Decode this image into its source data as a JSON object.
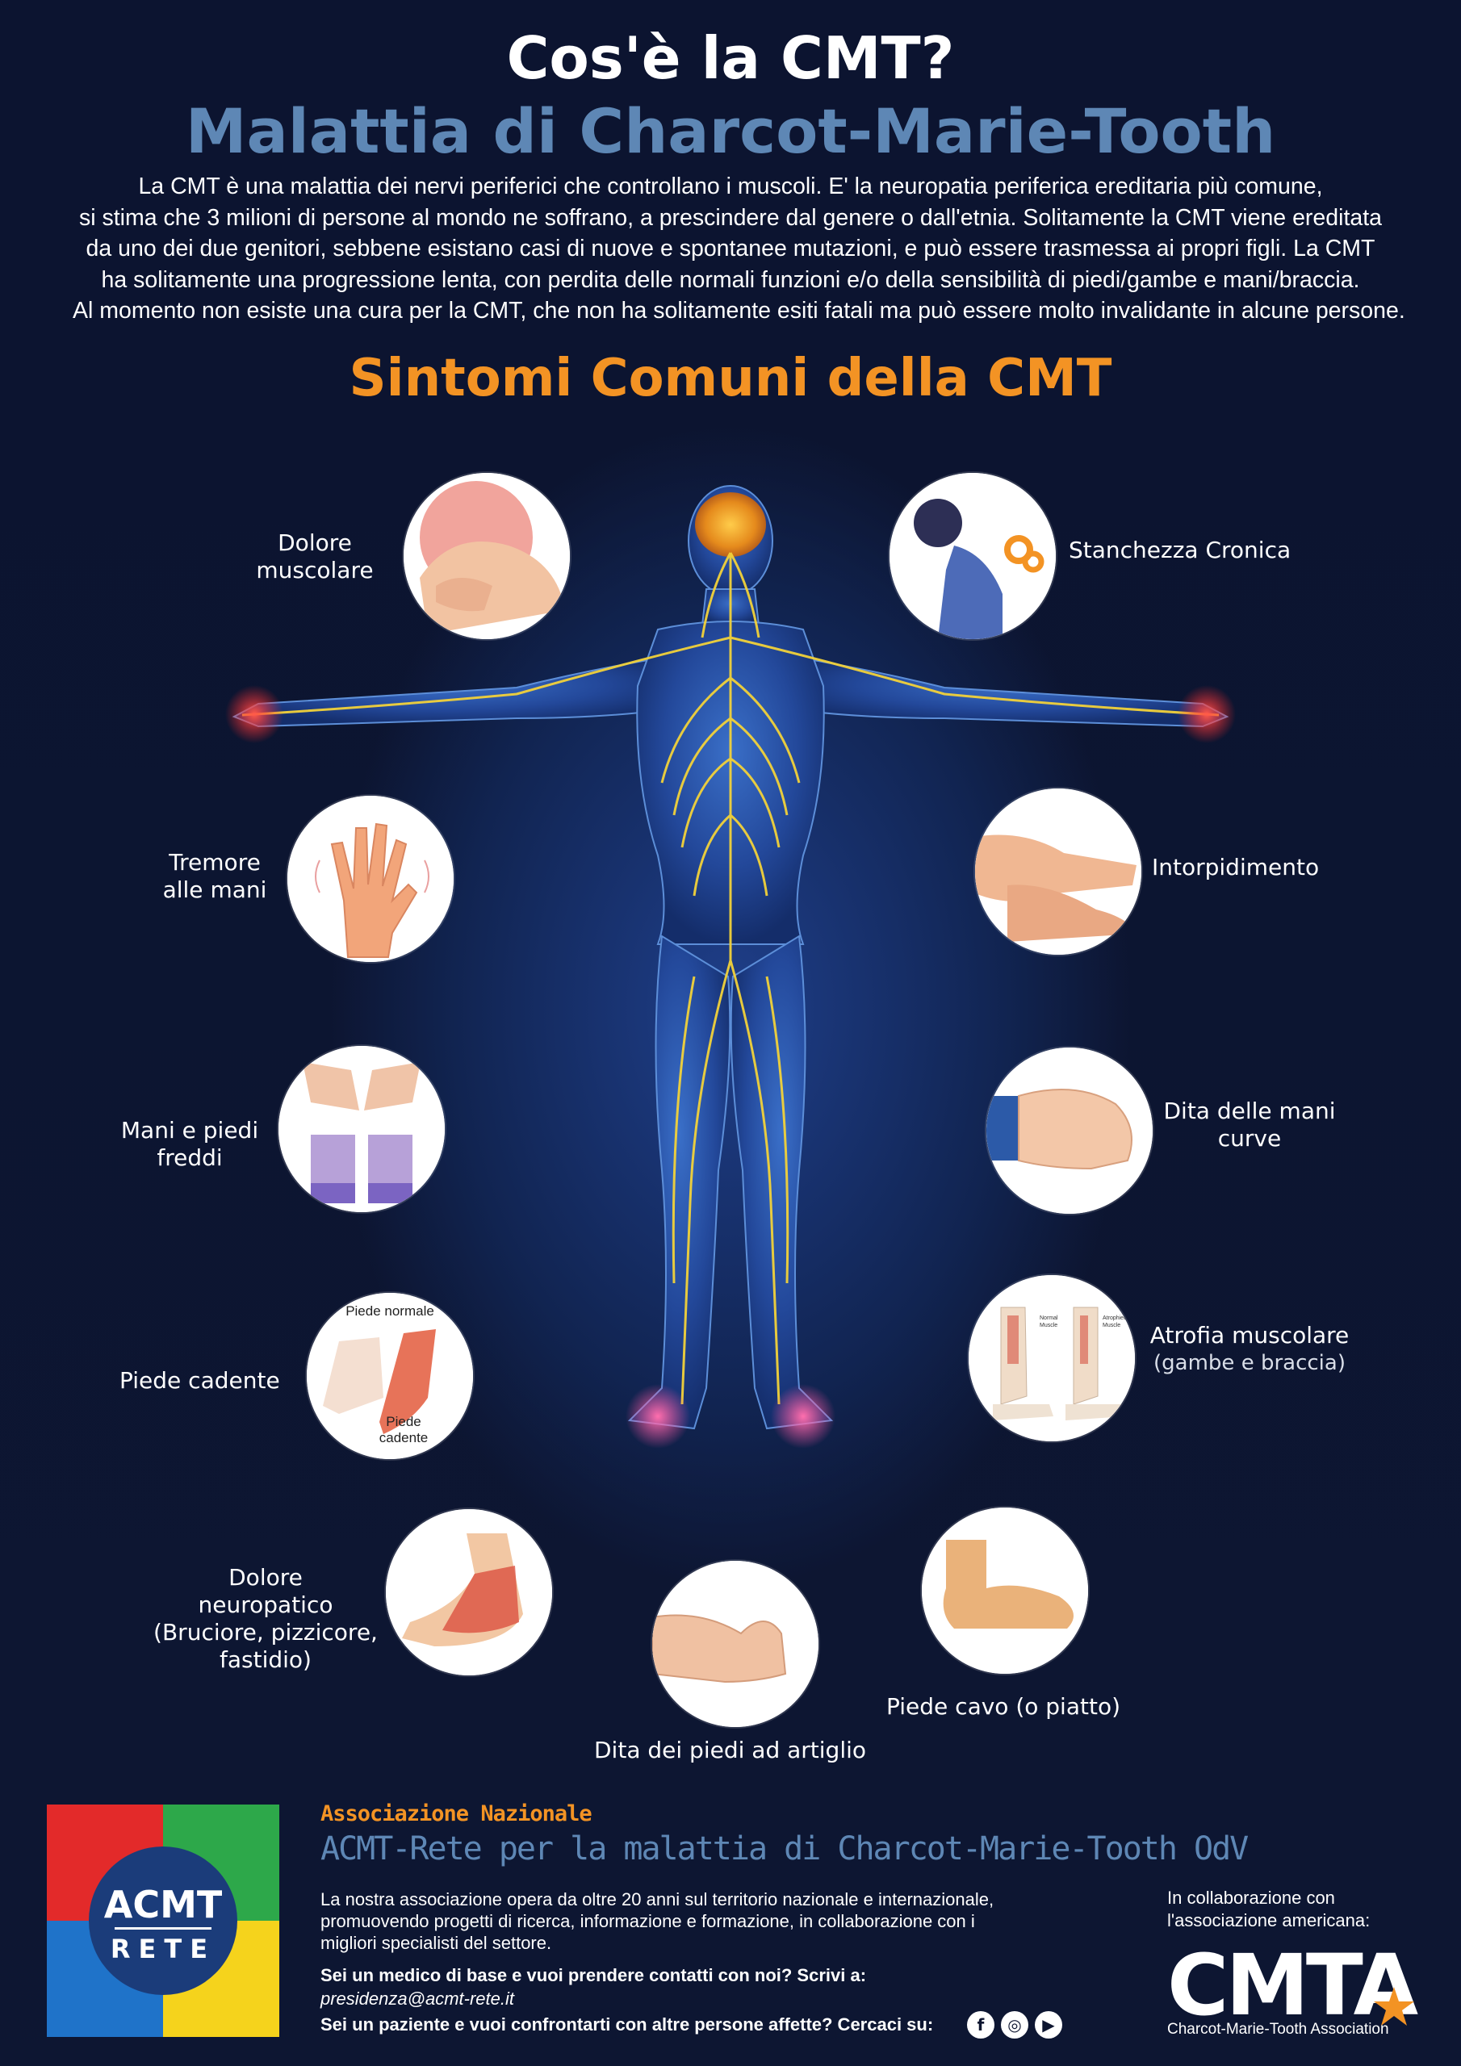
{
  "header": {
    "title": "Cos'è la CMT?",
    "subtitle": "Malattia di Charcot-Marie-Tooth",
    "intro_lines": [
      "La CMT è una malattia dei nervi periferici che controllano i muscoli. E' la neuropatia periferica ereditaria più comune,",
      "si stima che 3 milioni di persone al mondo ne soffrano, a prescindere dal genere o dall'etnia. Solitamente la CMT viene ereditata",
      "da uno dei due genitori, sebbene esistano casi di nuove e spontanee mutazioni, e può essere trasmessa ai propri figli. La CMT",
      "ha solitamente una progressione lenta, con perdita delle normali funzioni e/o della sensibilità di piedi/gambe e mani/braccia.",
      "Al momento non esiste una cura per la CMT, che non ha solitamente esiti fatali ma può essere molto invalidante in alcune persone."
    ]
  },
  "symptoms": {
    "title": "Sintomi Comuni della CMT",
    "dolore_muscolare": [
      "Dolore",
      "muscolare"
    ],
    "stanchezza": "Stanchezza Cronica",
    "tremore": [
      "Tremore",
      "alle mani"
    ],
    "intorpidimento": "Intorpidimento",
    "mani_piedi_freddi": [
      "Mani e piedi",
      "freddi"
    ],
    "dita_mani_curve": [
      "Dita delle mani",
      "curve"
    ],
    "piede_cadente": "Piede cadente",
    "piede_cadente_inset": {
      "normal": "Piede normale",
      "drop": [
        "Piede",
        "cadente"
      ]
    },
    "atrofia": "Atrofia muscolare",
    "atrofia_sub": "(gambe e braccia)",
    "atrofia_inset": {
      "normal": [
        "Normal",
        "Muscle"
      ],
      "atrophied": [
        "Atrophied",
        "Muscle"
      ]
    },
    "dolore_neuropatico": [
      "Dolore",
      "neuropatico",
      "(Bruciore, pizzicore,",
      "fastidio)"
    ],
    "dita_artiglio": "Dita dei piedi ad artiglio",
    "piede_cavo": "Piede cavo (o piatto)"
  },
  "footer": {
    "logo_text": [
      "ACMT",
      "RETE"
    ],
    "assoc_small": "Associazione Nazionale",
    "assoc_big": "ACMT-Rete per la malattia di Charcot-Marie-Tooth OdV",
    "desc_lines": [
      "La nostra associazione opera da oltre 20 anni sul territorio nazionale e internazionale,",
      "promuovendo progetti di ricerca, informazione e formazione, in collaborazione con i",
      "migliori specialisti del settore."
    ],
    "contact_question": "Sei un medico di base e vuoi prendere contatti con noi? Scrivi a:",
    "contact_email": "presidenza@acmt-rete.it",
    "social_question": "Sei un paziente e vuoi confrontarti con altre persone affette? Cercaci su:",
    "social_icons": [
      "facebook-icon",
      "instagram-icon",
      "youtube-icon"
    ],
    "collab_lines": [
      "In collaborazione con",
      "l'associazione americana:"
    ],
    "cmta_word": "CMTA",
    "cmta_sub": "Charcot-Marie-Tooth Association"
  },
  "colors": {
    "background": "#0d1530",
    "subtitle_blue": "#5e87b5",
    "accent_orange": "#f39324",
    "nerve_yellow": "#f2d23a",
    "logo_red": "#e32a2a",
    "logo_green": "#2da84a",
    "logo_blue": "#1f73c9",
    "logo_yellow": "#f5d31c"
  }
}
